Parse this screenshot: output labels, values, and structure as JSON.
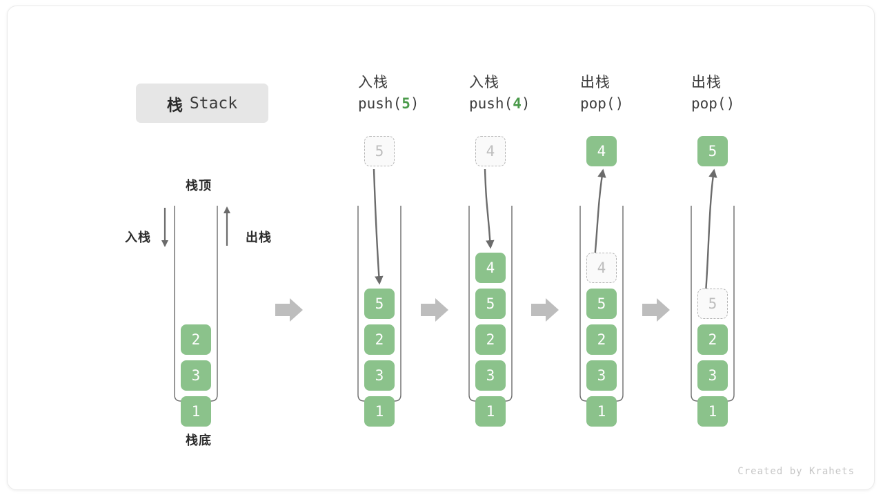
{
  "title": {
    "cn": "栈",
    "en": "Stack"
  },
  "footer": "Created by Krahets",
  "colors": {
    "element_green": "#8bc28b",
    "ghost_border": "#b5b5b5",
    "ghost_fill": "#fafafa",
    "arrow_gray": "#6e6e6e",
    "step_arrow_gray": "#bdbdbd",
    "badge_bg": "#e6e6e6",
    "code_accent_green": "#4a9a4a"
  },
  "initial_stack": {
    "top_label": "栈顶",
    "bottom_label": "栈底",
    "push_label": "入栈",
    "pop_label": "出栈",
    "elements": [
      "2",
      "3",
      "1"
    ]
  },
  "steps": [
    {
      "header_cn": "入栈",
      "header_code_prefix": "push(",
      "header_code_value": "5",
      "header_code_suffix": ")",
      "operation": "push",
      "floating_box": {
        "value": "5",
        "style": "ghost",
        "position": "above"
      },
      "arrow_direction": "down",
      "elements": [
        {
          "value": "5",
          "style": "green"
        },
        {
          "value": "2",
          "style": "green"
        },
        {
          "value": "3",
          "style": "green"
        },
        {
          "value": "1",
          "style": "green"
        }
      ]
    },
    {
      "header_cn": "入栈",
      "header_code_prefix": "push(",
      "header_code_value": "4",
      "header_code_suffix": ")",
      "operation": "push",
      "floating_box": {
        "value": "4",
        "style": "ghost",
        "position": "above"
      },
      "arrow_direction": "down",
      "elements": [
        {
          "value": "4",
          "style": "green"
        },
        {
          "value": "5",
          "style": "green"
        },
        {
          "value": "2",
          "style": "green"
        },
        {
          "value": "3",
          "style": "green"
        },
        {
          "value": "1",
          "style": "green"
        }
      ]
    },
    {
      "header_cn": "出栈",
      "header_code_prefix": "pop(",
      "header_code_value": "",
      "header_code_suffix": ")",
      "operation": "pop",
      "floating_box": {
        "value": "4",
        "style": "green",
        "position": "above"
      },
      "arrow_direction": "up",
      "elements": [
        {
          "value": "4",
          "style": "ghost"
        },
        {
          "value": "5",
          "style": "green"
        },
        {
          "value": "2",
          "style": "green"
        },
        {
          "value": "3",
          "style": "green"
        },
        {
          "value": "1",
          "style": "green"
        }
      ]
    },
    {
      "header_cn": "出栈",
      "header_code_prefix": "pop(",
      "header_code_value": "",
      "header_code_suffix": ")",
      "operation": "pop",
      "floating_box": {
        "value": "5",
        "style": "green",
        "position": "above"
      },
      "arrow_direction": "up",
      "elements": [
        {
          "value": "5",
          "style": "ghost"
        },
        {
          "value": "2",
          "style": "green"
        },
        {
          "value": "3",
          "style": "green"
        },
        {
          "value": "1",
          "style": "green"
        }
      ]
    }
  ],
  "step_separator_icon": "right-arrow-icon"
}
